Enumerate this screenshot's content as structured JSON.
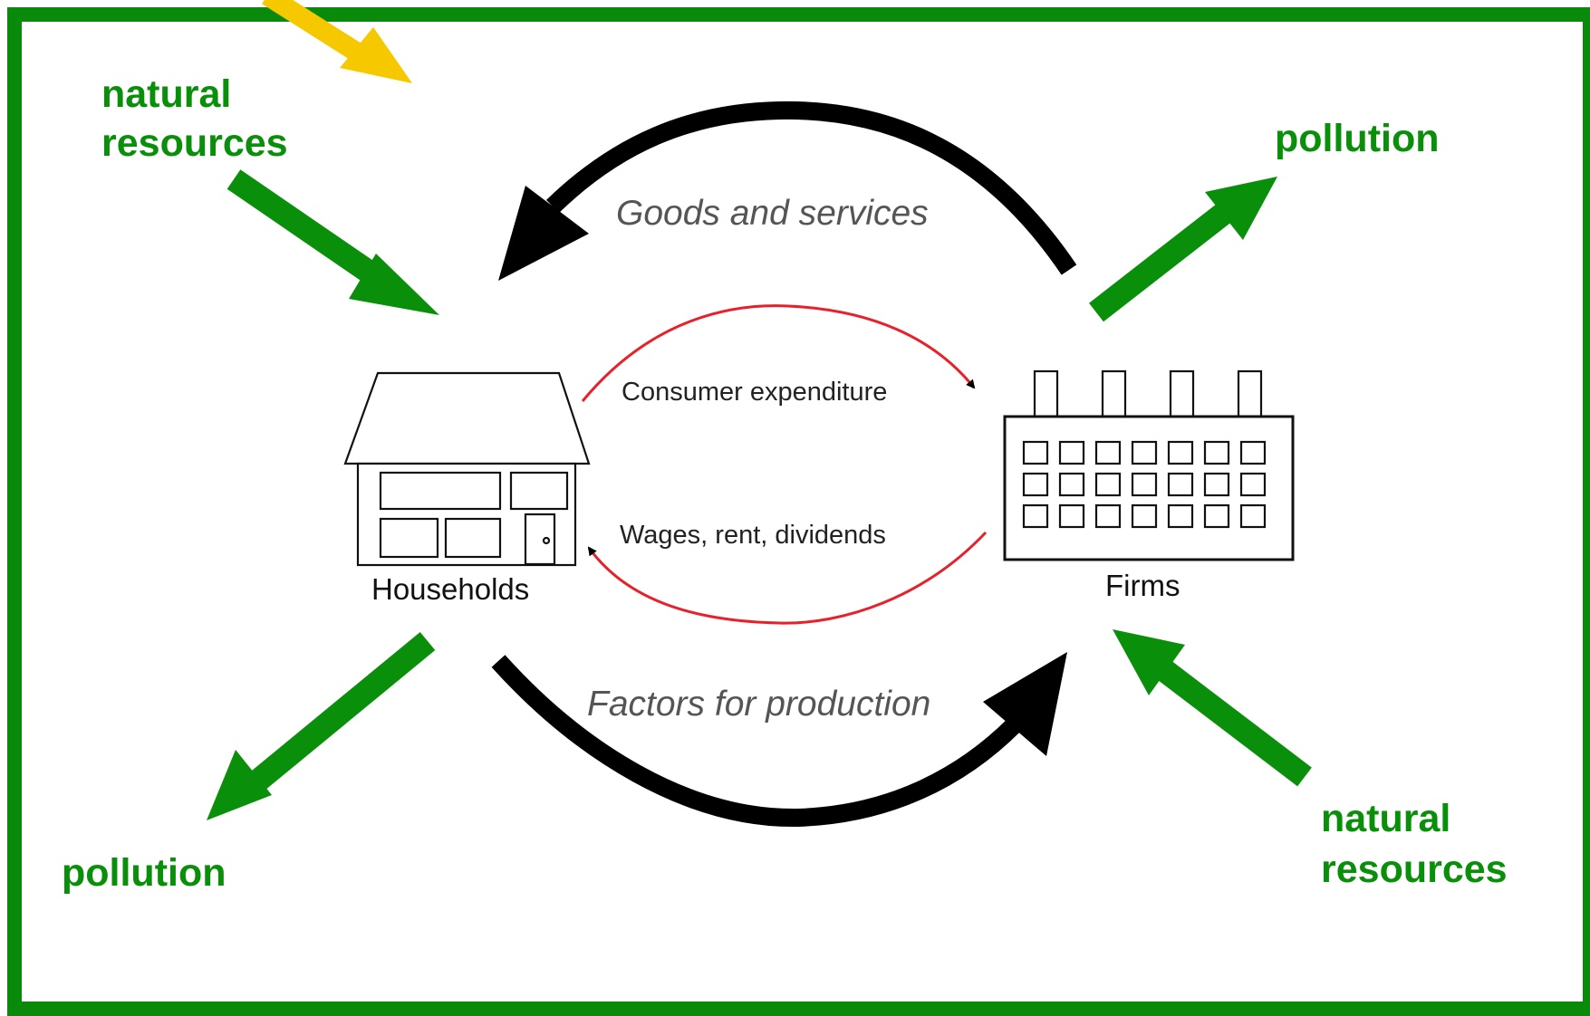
{
  "nodes": {
    "households": "Households",
    "firms": "Firms"
  },
  "flows": {
    "goods_and_services": "Goods and services",
    "factors_for_production": "Factors for production",
    "consumer_expenditure": "Consumer expenditure",
    "wages_rent_dividends": "Wages, rent, dividends"
  },
  "external": {
    "natural_resources_top_line1": "natural",
    "natural_resources_top_line2": "resources",
    "pollution_top": "pollution",
    "pollution_bottom": "pollution",
    "natural_resources_bottom_line1": "natural",
    "natural_resources_bottom_line2": "resources"
  },
  "colors": {
    "frame": "#0a8a0a",
    "green_arrow": "#0a8f0a",
    "yellow_arrow": "#f5c800",
    "money_flow": "#e8202a",
    "real_flow": "#000000"
  }
}
